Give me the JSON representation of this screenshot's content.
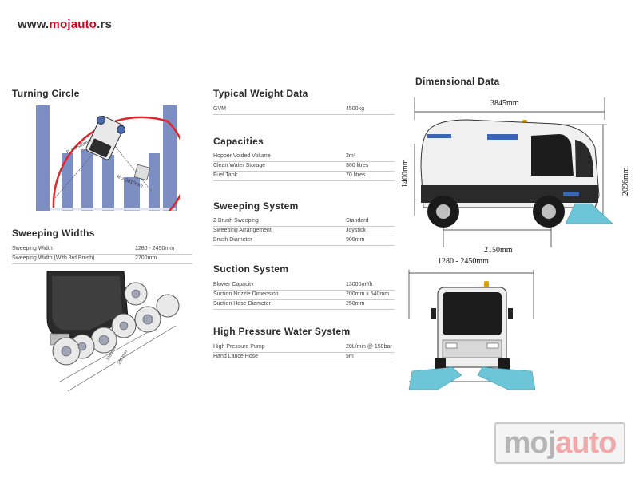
{
  "header": {
    "url_prefix": "www.",
    "url_brand": "mojauto",
    "url_suffix": ".rs"
  },
  "turning_circle": {
    "title": "Turning Circle",
    "outer_radius": "R = 3540mm",
    "inner_radius": "R = 3010mm"
  },
  "sweeping_widths": {
    "title": "Sweeping Widths",
    "rows": [
      {
        "label": "Sweeping Width",
        "value": "1280 - 2450mm"
      },
      {
        "label": "Sweeping Width (With 3rd Brush)",
        "value": "2700mm"
      }
    ],
    "dim_inner": "1280mm",
    "dim_outer": "2450mm"
  },
  "weight": {
    "title": "Typical Weight Data",
    "rows": [
      {
        "label": "GVM",
        "value": "4500kg"
      }
    ]
  },
  "capacities": {
    "title": "Capacities",
    "rows": [
      {
        "label": "Hopper Voided Volume",
        "value": "2m³"
      },
      {
        "label": "Clean Water Storage",
        "value": "360 litres"
      },
      {
        "label": "Fuel Tank",
        "value": "70 litres"
      }
    ]
  },
  "sweeping_system": {
    "title": "Sweeping System",
    "rows": [
      {
        "label": "2 Brush Sweeping",
        "value": "Standard"
      },
      {
        "label": "Sweeping Arrangement",
        "value": "Joystick"
      },
      {
        "label": "Brush Diameter",
        "value": "900mm"
      }
    ]
  },
  "suction_system": {
    "title": "Suction System",
    "rows": [
      {
        "label": "Blower Capacity",
        "value": "13000m³/h"
      },
      {
        "label": "Suction Nozzle Dimension",
        "value": "200mm x 540mm"
      },
      {
        "label": "Suction Hose Diameter",
        "value": "250mm"
      }
    ]
  },
  "hp_water": {
    "title": "High Pressure Water System",
    "rows": [
      {
        "label": "High Pressure Pump",
        "value": "20L/min @ 150bar"
      },
      {
        "label": "Hand Lance Hose",
        "value": "5m"
      }
    ]
  },
  "dimensional": {
    "title": "Dimensional Data",
    "length": "3845mm",
    "height_body": "1400mm",
    "height_total": "2096mm",
    "wheelbase": "2150mm",
    "sweep_width": "1280 - 2450mm"
  },
  "watermark": {
    "brand_a": "moj",
    "brand_b": "auto"
  },
  "colors": {
    "accent_red": "#d0021b",
    "sweep_blue": "#6cc6d8",
    "wall_blue": "#7d8fc2"
  }
}
